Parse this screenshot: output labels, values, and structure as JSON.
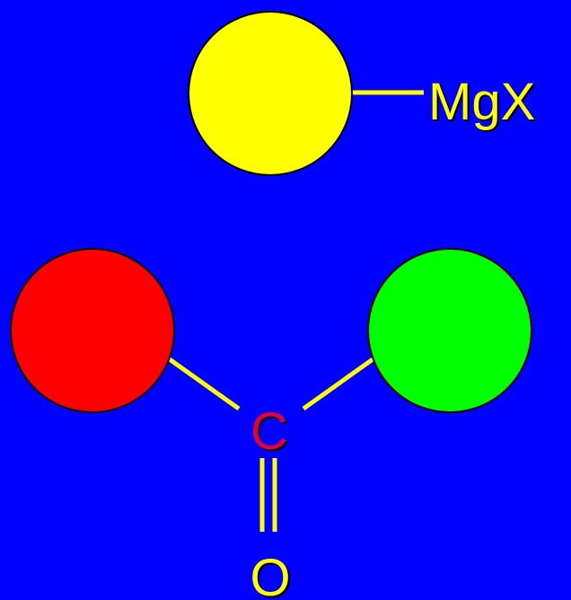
{
  "colors": {
    "background": "#0000FF",
    "r_group_top": "#FFFF00",
    "r_group_left": "#FF0000",
    "r_group_right": "#00FF00",
    "bond": "#FFFF00",
    "carbon_label": "#E0003C",
    "oxygen_label": "#FFFF00",
    "reagent_label": "#FFFF00",
    "label_shadow": "#000000",
    "outline": "#000000"
  },
  "grignard": {
    "group": "MgX"
  },
  "carbonyl": {
    "carbon": "C",
    "oxygen": "O"
  }
}
